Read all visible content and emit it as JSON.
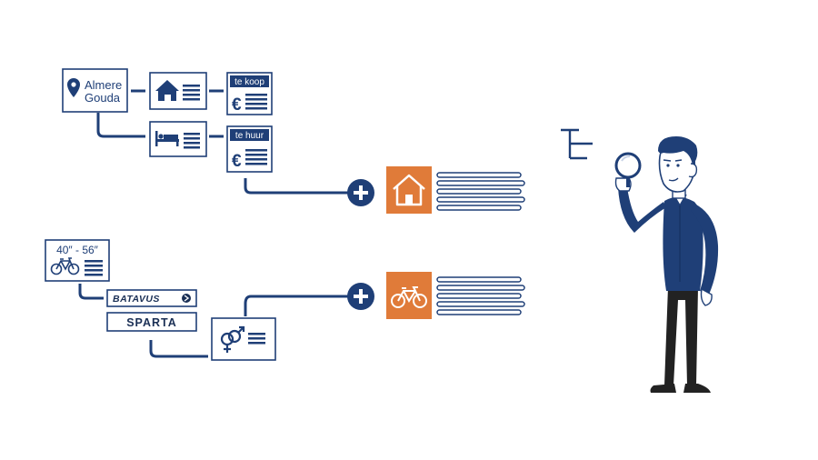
{
  "colors": {
    "navy": "#1f3f77",
    "navy_dark": "#1a2f55",
    "orange": "#e07b39",
    "white": "#ffffff",
    "skin": "#ffffff",
    "trousers": "#222222"
  },
  "housing": {
    "location": {
      "line1": "Almere",
      "line2": "Gouda",
      "icon": "location-pin-icon"
    },
    "house_card": {
      "icon": "house-icon"
    },
    "bed_card": {
      "icon": "bed-icon"
    },
    "sale_card": {
      "tag": "te koop",
      "icon": "euro-icon"
    },
    "rent_card": {
      "tag": "te huur",
      "icon": "euro-icon"
    },
    "result": {
      "icon": "house-icon",
      "plus_icon": "plus-circle-icon"
    }
  },
  "bikes": {
    "size_card": {
      "range": "40″ - 56″",
      "icon": "bicycle-icon"
    },
    "brands": [
      "BATAVUS",
      "SPARTA"
    ],
    "gender_card": {
      "icon": "gender-symbols-icon"
    },
    "result": {
      "icon": "bicycle-icon",
      "plus_icon": "plus-circle-icon"
    }
  },
  "person": {
    "holding": "magnifying-glass-icon"
  }
}
